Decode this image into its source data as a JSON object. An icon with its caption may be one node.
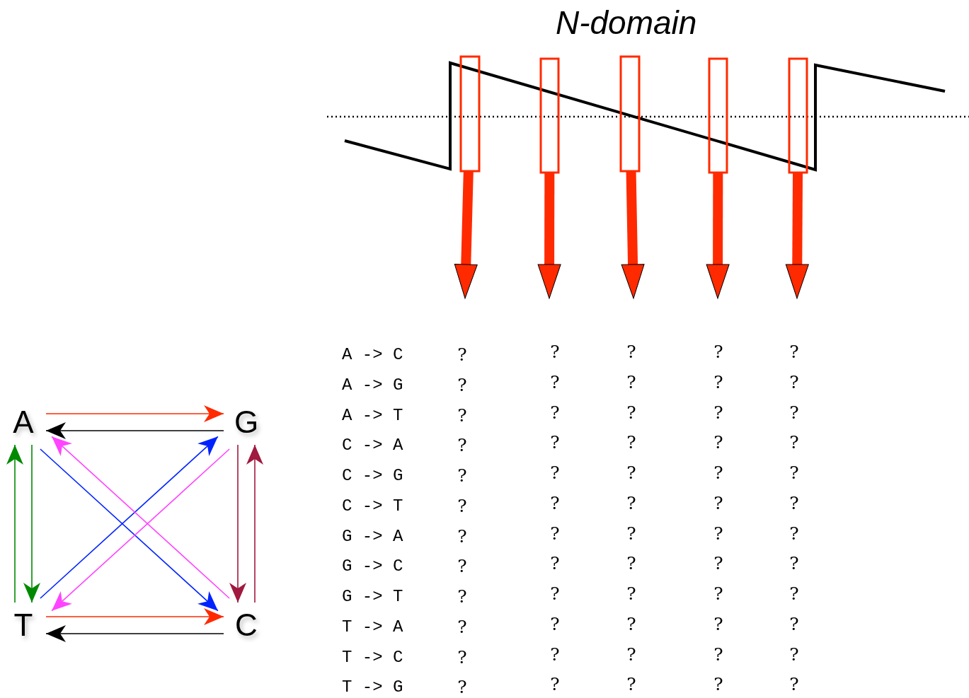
{
  "diagram": {
    "title": "N-domain",
    "nodes": [
      {
        "text": [
          "A"
        ]
      },
      {
        "text": [
          "G"
        ]
      },
      {
        "text": [
          "T"
        ]
      },
      {
        "text": [
          "C"
        ]
      },
      {
        "text": [],
        "shape": "box"
      },
      {
        "text": [],
        "shape": "box"
      },
      {
        "text": [],
        "shape": "box"
      },
      {
        "text": [],
        "shape": "box"
      },
      {
        "text": [],
        "shape": "box"
      }
    ],
    "edges": [
      {
        "from": 0,
        "to": 1,
        "arrow": "to",
        "color": "#ff2a00"
      },
      {
        "from": 1,
        "to": 0,
        "arrow": "to",
        "color": "#000000"
      },
      {
        "from": 2,
        "to": 3,
        "arrow": "to",
        "color": "#ff2a00"
      },
      {
        "from": 3,
        "to": 2,
        "arrow": "to",
        "color": "#000000"
      },
      {
        "from": 0,
        "to": 2,
        "arrow": "to",
        "color": "#008a00"
      },
      {
        "from": 2,
        "to": 0,
        "arrow": "to",
        "color": "#008a00"
      },
      {
        "from": 1,
        "to": 3,
        "arrow": "to",
        "color": "#a0193f"
      },
      {
        "from": 3,
        "to": 1,
        "arrow": "to",
        "color": "#a0193f"
      },
      {
        "from": 0,
        "to": 3,
        "arrow": "to",
        "color": "#0022ff"
      },
      {
        "from": 2,
        "to": 1,
        "arrow": "to",
        "color": "#0022ff"
      },
      {
        "from": 3,
        "to": 0,
        "arrow": "to",
        "color": "#ff44ff"
      },
      {
        "from": 1,
        "to": 2,
        "arrow": "to",
        "color": "#ff44ff"
      },
      {
        "from": 4,
        "to": null,
        "arrow": "to",
        "style": "thick",
        "color": "#ff2a00"
      },
      {
        "from": 5,
        "to": null,
        "arrow": "to",
        "style": "thick",
        "color": "#ff2a00"
      },
      {
        "from": 6,
        "to": null,
        "arrow": "to",
        "style": "thick",
        "color": "#ff2a00"
      },
      {
        "from": 7,
        "to": null,
        "arrow": "to",
        "style": "thick",
        "color": "#ff2a00"
      },
      {
        "from": 8,
        "to": null,
        "arrow": "to",
        "style": "thick",
        "color": "#ff2a00"
      }
    ],
    "labels": [
      "A -> C",
      "?",
      "?",
      "?",
      "?",
      "?",
      "A -> G",
      "?",
      "?",
      "?",
      "?",
      "?",
      "A -> T",
      "?",
      "?",
      "?",
      "?",
      "?",
      "C -> A",
      "?",
      "?",
      "?",
      "?",
      "?",
      "C -> G",
      "?",
      "?",
      "?",
      "?",
      "?",
      "C -> T",
      "?",
      "?",
      "?",
      "?",
      "?",
      "G -> A",
      "?",
      "?",
      "?",
      "?",
      "?",
      "G -> C",
      "?",
      "?",
      "?",
      "?",
      "?",
      "G -> T",
      "?",
      "?",
      "?",
      "?",
      "?",
      "T -> A",
      "?",
      "?",
      "?",
      "?",
      "?",
      "T -> C",
      "?",
      "?",
      "?",
      "?",
      "?",
      "T -> G",
      "?",
      "?",
      "?",
      "?",
      "?"
    ]
  }
}
